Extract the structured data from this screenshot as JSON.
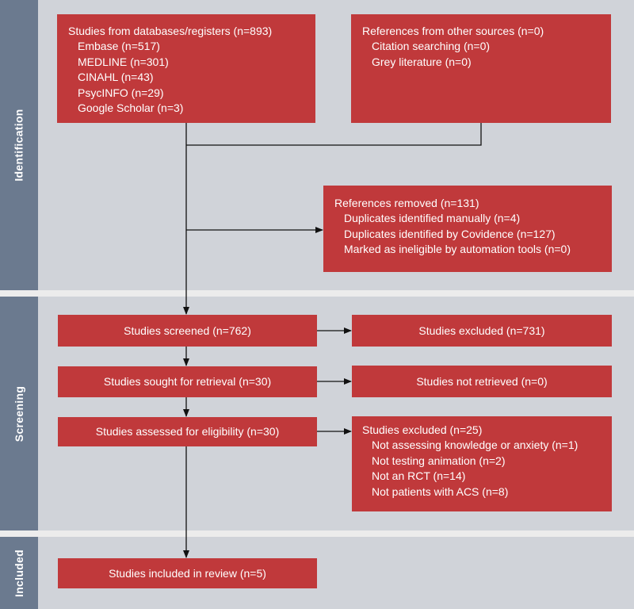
{
  "phases": {
    "identification": "Identification",
    "screening": "Screening",
    "included": "Included"
  },
  "boxes": {
    "databases": {
      "title": "Studies from databases/registers (n=893)",
      "items": [
        "Embase (n=517)",
        "MEDLINE (n=301)",
        "CINAHL (n=43)",
        "PsycINFO (n=29)",
        "Google Scholar (n=3)"
      ]
    },
    "other_sources": {
      "title": "References from other sources (n=0)",
      "items": [
        "Citation searching (n=0)",
        "Grey literature (n=0)"
      ]
    },
    "removed": {
      "title": "References removed (n=131)",
      "items": [
        "Duplicates identified manually (n=4)",
        "Duplicates identified by Covidence (n=127)",
        "Marked as ineligible by automation tools (n=0)"
      ]
    },
    "screened": "Studies screened (n=762)",
    "excluded_screen": "Studies excluded (n=731)",
    "sought": "Studies sought for retrieval (n=30)",
    "not_retrieved": "Studies not retrieved (n=0)",
    "assessed": "Studies assessed for eligibility (n=30)",
    "excluded_eligibility": {
      "title": "Studies excluded (n=25)",
      "items": [
        "Not assessing knowledge or anxiety (n=1)",
        "Not testing animation (n=2)",
        "Not an RCT (n=14)",
        "Not patients with ACS (n=8)"
      ]
    },
    "included": "Studies included in review (n=5)"
  },
  "colors": {
    "box": "#c0393b",
    "band": "#d0d3d9",
    "phase_label": "#6b7a8f",
    "connector": "#111111"
  }
}
